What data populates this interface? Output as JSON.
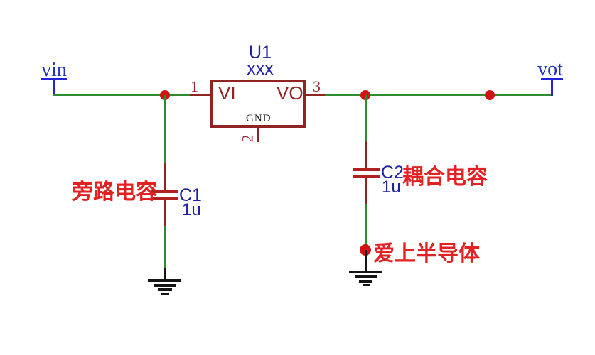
{
  "terminals": {
    "vin": "vin",
    "vot": "vot"
  },
  "ic": {
    "refdes": "U1",
    "value": "xxx",
    "pin_vi": {
      "number": "1",
      "label": "VI"
    },
    "pin_vo": {
      "number": "3",
      "label": "VO"
    },
    "pin_gnd": {
      "number": "2",
      "label": "GND"
    }
  },
  "c1": {
    "refdes": "C1",
    "value": "1u",
    "annotation": "旁路电容"
  },
  "c2": {
    "refdes": "C2",
    "value": "1u",
    "annotation": "耦合电容"
  },
  "brand": "爱上半导体",
  "colors": {
    "wire_green": "#2e8b2e",
    "component_maroon": "#8e2424",
    "capacitor_plate": "#b02222",
    "label_navy": "#22229e",
    "net_blue": "#2233bb",
    "terminal_blue": "#2323dd",
    "annotation_red": "#e02222",
    "junction_red": "#cf1414",
    "ground_black": "#141414"
  }
}
